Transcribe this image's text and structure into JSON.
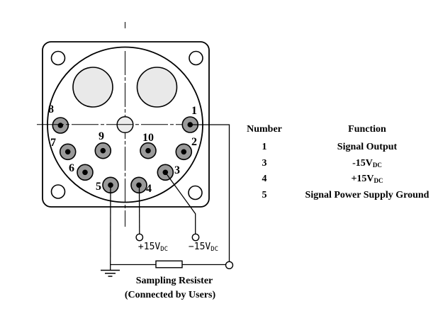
{
  "socket": {
    "pin_labels": [
      "1",
      "2",
      "3",
      "4",
      "5",
      "6",
      "7",
      "8",
      "9",
      "10"
    ]
  },
  "circuit": {
    "plus15": {
      "main": "+15V",
      "sub": "DC"
    },
    "minus15": {
      "main": "−15V",
      "sub": "DC"
    },
    "caption_line1": "Sampling Resister",
    "caption_line2": "(Connected by Users)"
  },
  "table": {
    "header": {
      "number": "Number",
      "function": "Function"
    },
    "rows": [
      {
        "number": "1",
        "function": "Signal Output",
        "sub": ""
      },
      {
        "number": "3",
        "function": "-15V",
        "sub": "DC"
      },
      {
        "number": "4",
        "function": "+15V",
        "sub": "DC"
      },
      {
        "number": "5",
        "function": "Signal Power Supply Ground",
        "sub": ""
      }
    ]
  },
  "colors": {
    "line": "#000000",
    "pin_fill": "#9a9a9a",
    "hole_fill": "#e9e9e9",
    "center_hole_fill": "#ececec",
    "background": "#ffffff"
  }
}
